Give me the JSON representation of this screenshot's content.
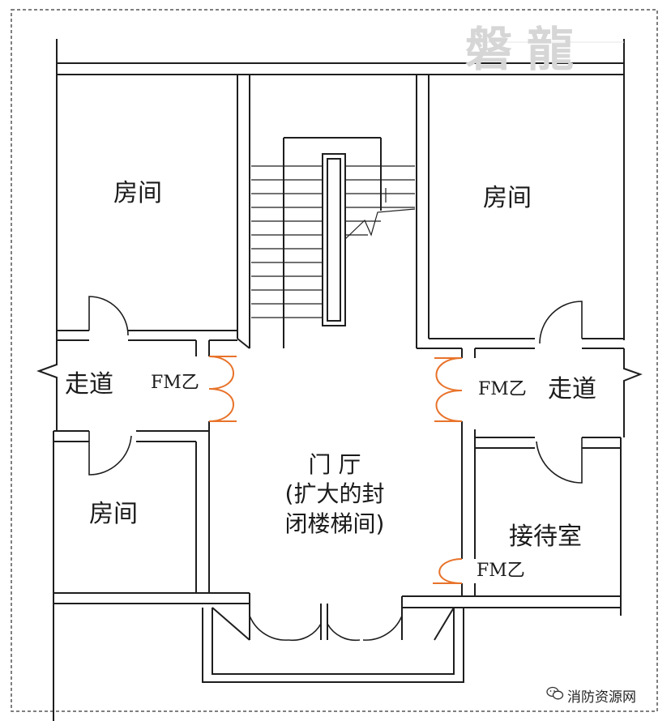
{
  "watermark": "磐龍",
  "rooms": {
    "top_left": "房间",
    "top_right": "房间",
    "bottom_left": "房间",
    "reception": "接待室"
  },
  "corridors": {
    "left": "走道",
    "right": "走道"
  },
  "hall": {
    "line1": "门  厅",
    "line2": "(扩大的封",
    "line3": "闭楼梯间)"
  },
  "doors": {
    "left": "FM乙",
    "right": "FM乙",
    "reception": "FM乙"
  },
  "credit": "消防资源网",
  "colors": {
    "wall": "#1e1e1e",
    "fire_door": "#e8732a",
    "border": "#555555",
    "watermark": "#d6d6d6"
  },
  "icons": {
    "credit": "wechat-icon"
  }
}
